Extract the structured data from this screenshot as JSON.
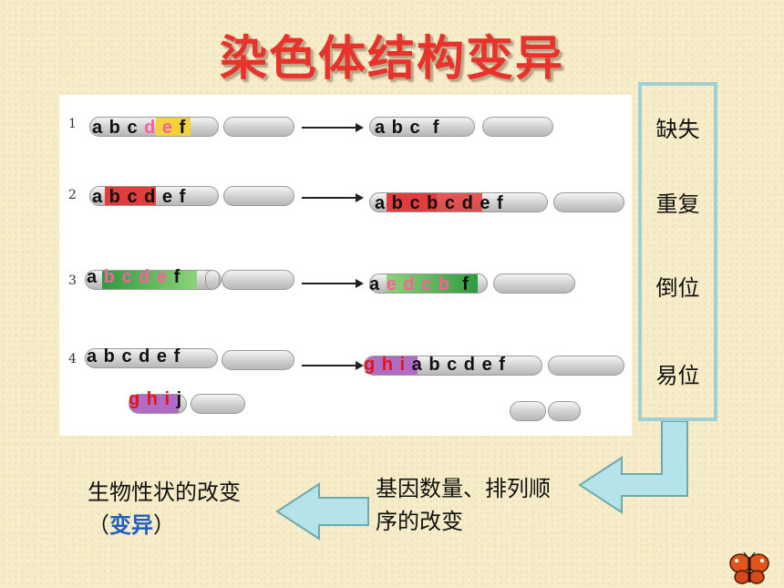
{
  "title": "染色体结构变异",
  "rows": [
    {
      "num": "1",
      "left_label": [
        {
          "t": "a b c ",
          "c": ""
        },
        {
          "t": "d e",
          "c": "hl"
        },
        {
          "t": " f",
          "c": ""
        }
      ],
      "right_label": [
        {
          "t": "a b c  f",
          "c": ""
        }
      ]
    },
    {
      "num": "2",
      "left_label": [
        {
          "t": "a b c d e f",
          "c": ""
        }
      ],
      "right_label": [
        {
          "t": "a b c b c d e f",
          "c": ""
        }
      ]
    },
    {
      "num": "3",
      "left_label": [
        {
          "t": "a ",
          "c": ""
        },
        {
          "t": "b c d e",
          "c": "hl"
        },
        {
          "t": " f",
          "c": ""
        }
      ],
      "right_label": [
        {
          "t": "a ",
          "c": ""
        },
        {
          "t": "e d c b",
          "c": "hl"
        },
        {
          "t": "  f",
          "c": ""
        }
      ]
    },
    {
      "num": "4",
      "left_label": [
        {
          "t": "a b c d e f",
          "c": ""
        }
      ],
      "left_label_2": [
        {
          "t": "g h i",
          "c": "red"
        },
        {
          "t": " j",
          "c": ""
        }
      ],
      "right_label": [
        {
          "t": "g h i",
          "c": "red"
        },
        {
          "t": " a b c d e f",
          "c": ""
        }
      ]
    }
  ],
  "types": [
    "缺失",
    "重复",
    "倒位",
    "易位"
  ],
  "cause_text": "基因数量、排列顺序的改变",
  "effect_text_pre": "生物性状的改变（",
  "effect_text_em": "变异",
  "effect_text_post": "）",
  "colors": {
    "title": "#e8322a",
    "highlight": "#ff5f9a",
    "red_text": "#e41414",
    "box_border": "#9ed0d6",
    "arrow_fill": "#b4e4ea",
    "effect_em": "#1f5fbf"
  },
  "icons": [
    "butterfly-icon"
  ]
}
